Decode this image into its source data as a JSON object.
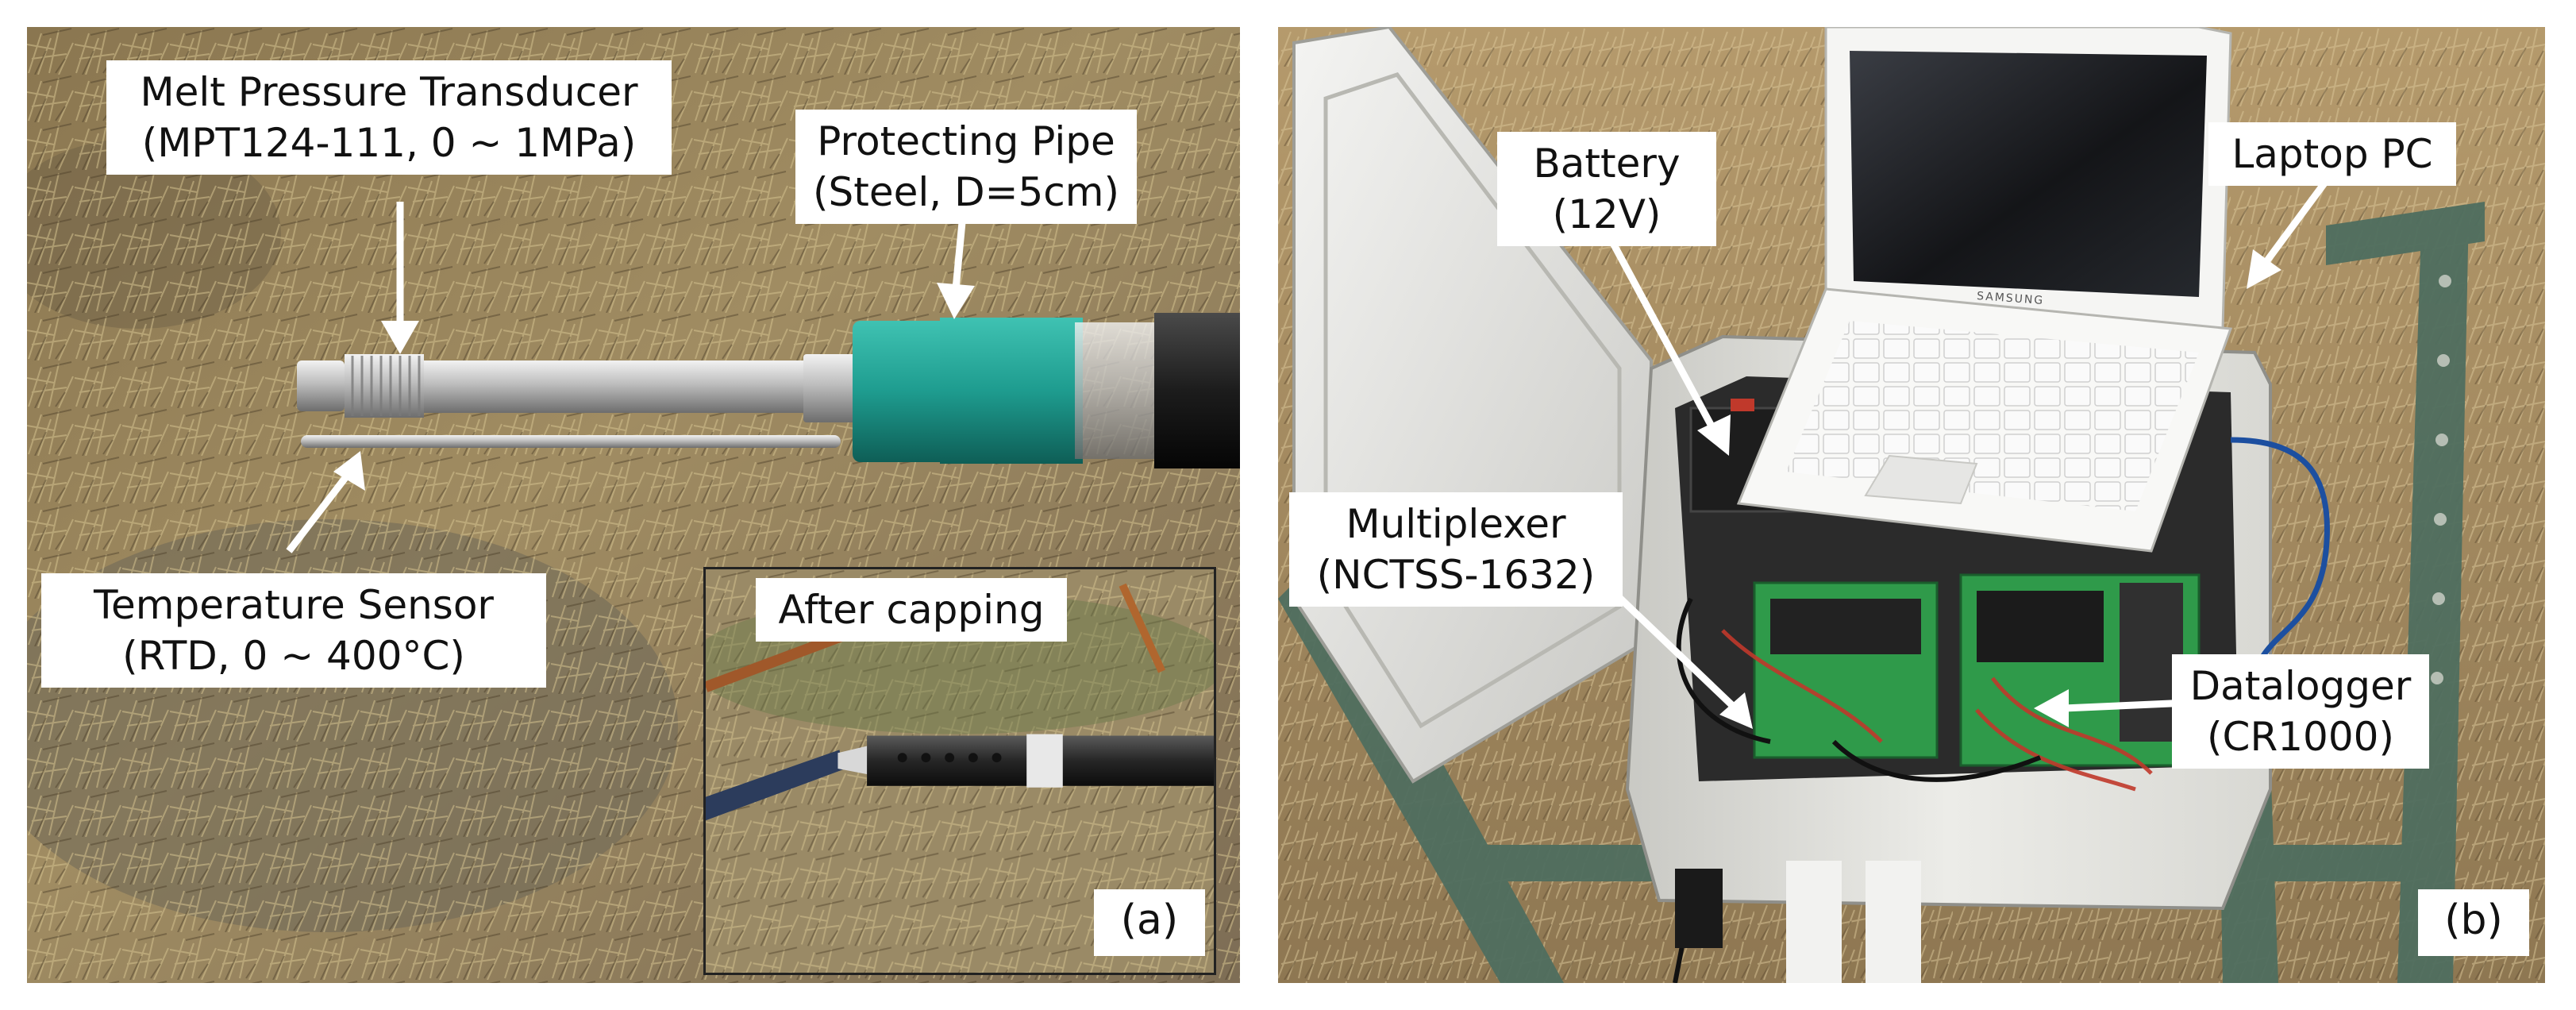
{
  "panel_a": {
    "labels": {
      "transducer_line1": "Melt Pressure Transducer",
      "transducer_line2": "(MPT124-111, 0 ~ 1MPa)",
      "pipe_line1": "Protecting Pipe",
      "pipe_line2": "(Steel, D=5cm)",
      "temp_line1": "Temperature Sensor",
      "temp_line2": "(RTD, 0 ~ 400°C)",
      "inset_title": "After capping"
    },
    "tag": "(a)"
  },
  "panel_b": {
    "labels": {
      "battery_line1": "Battery",
      "battery_line2": "(12V)",
      "laptop": "Laptop PC",
      "mux_line1": "Multiplexer",
      "mux_line2": "(NCTSS-1632)",
      "logger_line1": "Datalogger",
      "logger_line2": "(CR1000)",
      "laptop_brand": "SAMSUNG"
    },
    "tag": "(b)"
  },
  "colors": {
    "grass_dark": "#6b5a3a",
    "grass_light": "#b9a57a",
    "soil": "#7a6f5e",
    "steel": "#c9c9c9",
    "teal_tape": "#1e9c8f",
    "enclosure": "#e6e6e2",
    "frame_green": "#4f6e5f",
    "board_green": "#2f9a4a"
  }
}
